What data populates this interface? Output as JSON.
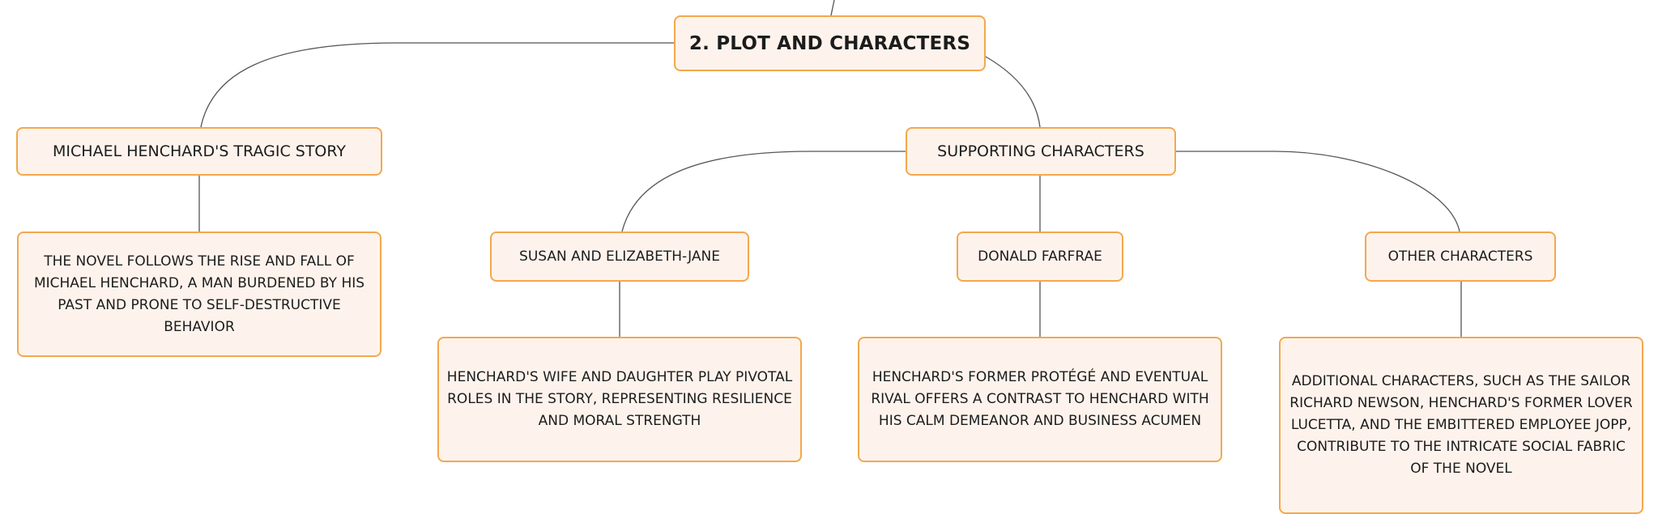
{
  "diagram": {
    "root": {
      "label": "2. PLOT AND CHARACTERS"
    },
    "branches": [
      {
        "label": "MICHAEL HENCHARD'S TRAGIC STORY",
        "description": "THE NOVEL FOLLOWS THE RISE AND FALL OF MICHAEL HENCHARD, A MAN BURDENED BY HIS PAST AND PRONE TO SELF-DESTRUCTIVE BEHAVIOR"
      },
      {
        "label": "SUPPORTING CHARACTERS",
        "children": [
          {
            "label": "SUSAN AND ELIZABETH-JANE",
            "description": "HENCHARD'S WIFE AND DAUGHTER PLAY PIVOTAL ROLES IN THE STORY, REPRESENTING RESILIENCE AND MORAL STRENGTH"
          },
          {
            "label": "DONALD FARFRAE",
            "description": "HENCHARD'S FORMER PROTÉGÉ AND EVENTUAL RIVAL OFFERS A CONTRAST TO HENCHARD WITH HIS CALM DEMEANOR AND BUSINESS ACUMEN"
          },
          {
            "label": "OTHER CHARACTERS",
            "description": "ADDITIONAL CHARACTERS, SUCH AS THE SAILOR RICHARD NEWSON, HENCHARD'S FORMER LOVER LUCETTA, AND THE EMBITTERED EMPLOYEE JOPP, CONTRIBUTE TO THE INTRICATE SOCIAL FABRIC OF THE NOVEL"
          }
        ]
      }
    ]
  },
  "colors": {
    "node_border": "#f3a84e",
    "node_fill": "#fdf3ec",
    "connector": "#555555",
    "text": "#1c1c1c"
  }
}
